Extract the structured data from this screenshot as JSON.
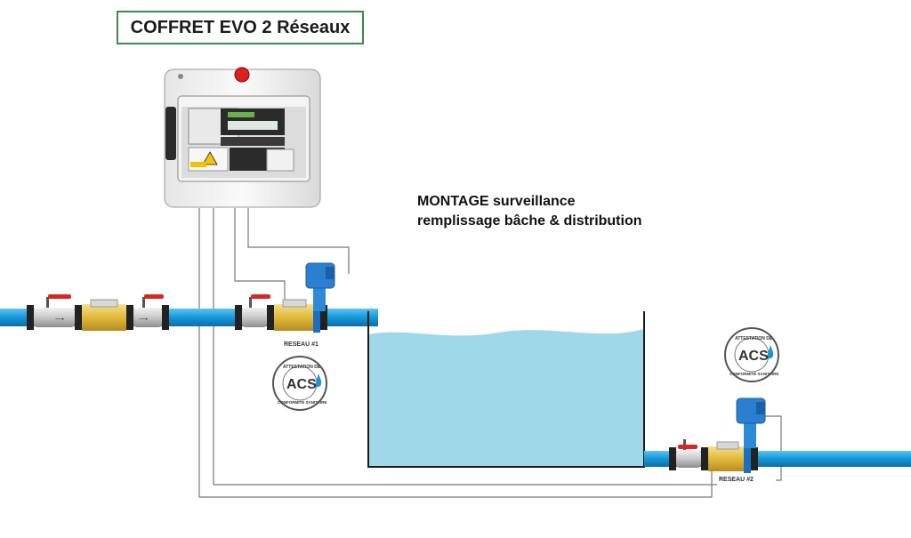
{
  "title": "COFFRET EVO 2 Réseaux",
  "montage": {
    "line1": "MONTAGE surveillance",
    "line2": "remplissage bâche & distribution"
  },
  "labels": {
    "reseau1": "RESEAU #1",
    "reseau2": "RESEAU #2"
  },
  "acs_badge": {
    "center": "ACS",
    "ring_top": "ATTESTATION DE",
    "ring_bottom": "CONFORMITÉ SANITAIRE"
  },
  "colors": {
    "pipe": "#1597d8",
    "water": "#9fd8e8",
    "brass": "#e5c04a",
    "sensor": "#2a7fd0",
    "title_border": "#3a8a4a"
  }
}
